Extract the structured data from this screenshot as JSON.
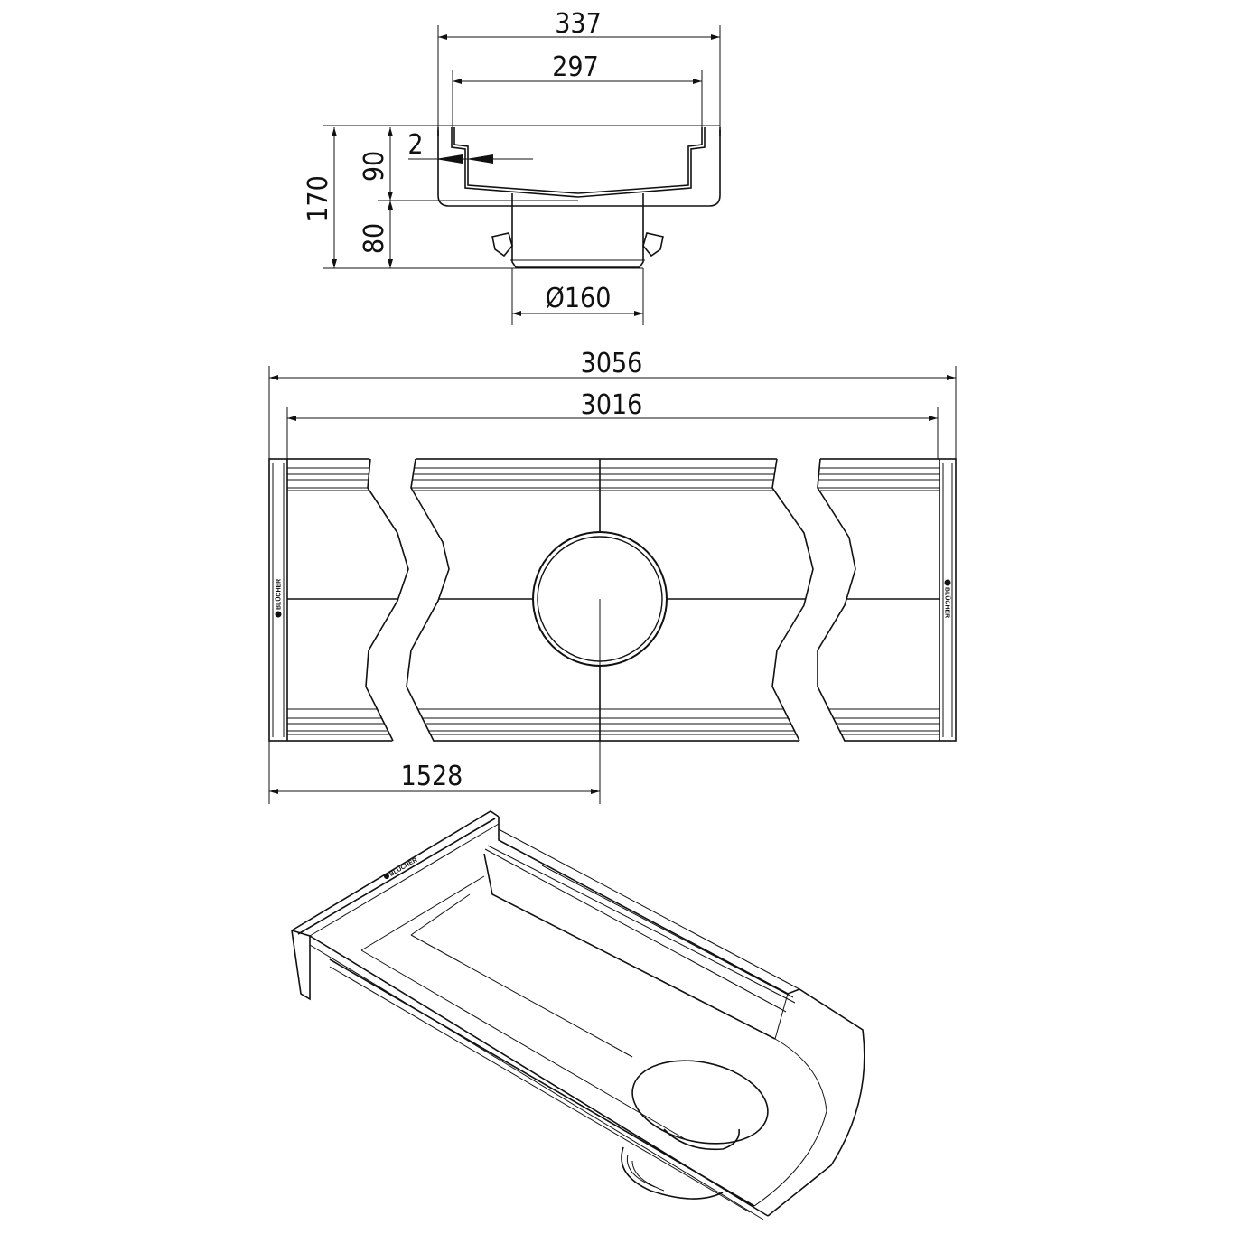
{
  "section_view": {
    "dims": {
      "overall_width": "337",
      "inner_width": "297",
      "wall": "2",
      "overall_height": "170",
      "body_height": "90",
      "outlet_height": "80",
      "outlet_diameter": "Ø160"
    }
  },
  "plan_view": {
    "dims": {
      "overall_length": "3056",
      "inner_length": "3016",
      "outlet_position": "1528"
    },
    "logo_text": "BLÜCHER"
  },
  "iso_view": {
    "logo_text": "BLÜCHER"
  }
}
